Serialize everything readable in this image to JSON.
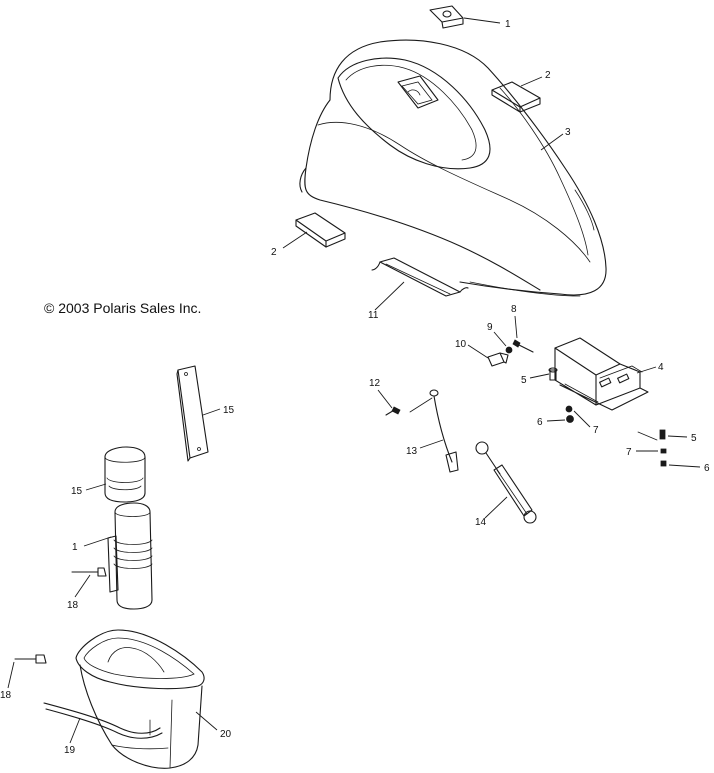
{
  "copyright": "© 2003 Polaris Sales Inc.",
  "callouts": {
    "c1_top": "1",
    "c2_top": "2",
    "c3": "3",
    "c2_left": "2",
    "c11": "11",
    "c8": "8",
    "c9": "9",
    "c10": "10",
    "c5_upper": "5",
    "c4": "4",
    "c6_mid": "6",
    "c7_mid": "7",
    "c5_right": "5",
    "c7_right": "7",
    "c6_right": "6",
    "c12": "12",
    "c13": "13",
    "c14": "14",
    "c15_plate": "15",
    "c15_cap": "15",
    "c1_left": "1",
    "c18_upper": "18",
    "c18_lower": "18",
    "c19": "19",
    "c20": "20"
  }
}
